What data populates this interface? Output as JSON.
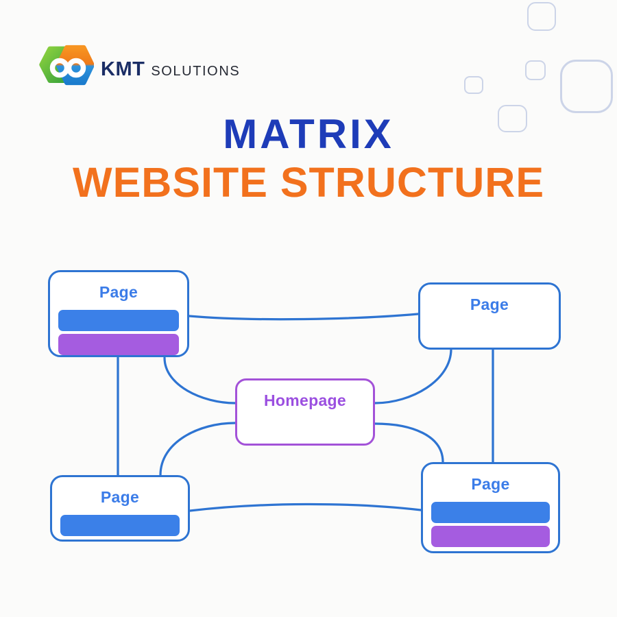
{
  "brand": {
    "name": "KMT",
    "suffix": "SOLUTIONS"
  },
  "title": {
    "line1": "MATRIX",
    "line2": "WEBSITE STRUCTURE"
  },
  "diagram": {
    "nodes": [
      {
        "id": "page-top-left",
        "label": "Page",
        "bars": [
          "blue",
          "purple"
        ]
      },
      {
        "id": "page-top-right",
        "label": "Page",
        "bars": []
      },
      {
        "id": "homepage",
        "label": "Homepage",
        "bars": []
      },
      {
        "id": "page-bottom-left",
        "label": "Page",
        "bars": [
          "blue"
        ]
      },
      {
        "id": "page-bottom-right",
        "label": "Page",
        "bars": [
          "blue",
          "purple"
        ]
      }
    ],
    "connections": [
      {
        "from": "page-top-left",
        "to": "page-top-right"
      },
      {
        "from": "page-top-left",
        "to": "homepage"
      },
      {
        "from": "page-top-right",
        "to": "homepage"
      },
      {
        "from": "homepage",
        "to": "page-bottom-left"
      },
      {
        "from": "homepage",
        "to": "page-bottom-right"
      },
      {
        "from": "page-bottom-left",
        "to": "page-bottom-right"
      },
      {
        "from": "page-top-left",
        "to": "page-bottom-left"
      },
      {
        "from": "page-top-right",
        "to": "page-bottom-right"
      }
    ]
  },
  "colors": {
    "line_blue": "#2e74d2",
    "bar_blue": "#3b80e8",
    "bar_purple": "#a55ce0",
    "node_label_blue": "#3b7ce8",
    "homepage_border": "#a352d8",
    "homepage_text": "#9b4fe0",
    "title_blue": "#1e3cb8",
    "title_orange": "#f2711d",
    "brand_navy": "#1b2e66",
    "brand_gray": "#262a34",
    "decor_border": "#ccd4e8",
    "background": "#fbfbfa"
  }
}
